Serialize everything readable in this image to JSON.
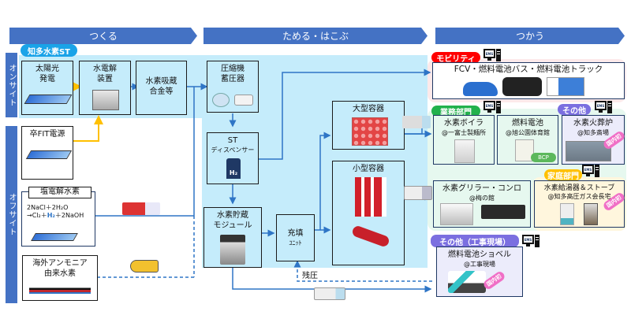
{
  "stages": {
    "make": "つくる",
    "store_transport": "ためる・はこぶ",
    "use": "つかう"
  },
  "side_labels": {
    "onsite": "オンサイト",
    "offsite": "オフサイト"
  },
  "onsite_station_label": "知多水素ST",
  "make": {
    "solar": {
      "line1": "太陽光",
      "line2": "発電"
    },
    "electrolyzer": {
      "line1": "水電解",
      "line2": "装置"
    },
    "alloy": {
      "line1": "水素吸蔵",
      "line2": "合金等"
    },
    "post_fit": "卒FIT電源",
    "chlor_alkali": {
      "title": "塩電解水素",
      "eq_line1": "2NaCl＋2H₂O",
      "eq_line2_a": "→Cl₂＋",
      "eq_line2_h2": "H₂",
      "eq_line2_b": "＋2NaOH"
    },
    "ammonia": {
      "line1": "海外アンモニア",
      "line2": "由来水素"
    }
  },
  "store": {
    "compressor": {
      "line1": "圧縮機",
      "line2": "蓄圧器"
    },
    "dispenser": {
      "line1": "ST",
      "line2": "ディスペンサー",
      "icon_text": "H₂"
    },
    "storage_module": {
      "line1": "水素貯蔵",
      "line2": "モジュール"
    },
    "filling_unit": {
      "line1": "充填",
      "line2": "ﾕﾆｯﾄ"
    },
    "large_container": "大型容器",
    "small_container": "小型容器",
    "residual_pressure": "残圧"
  },
  "use": {
    "mobility": {
      "tag": "モビリティ",
      "title": "FCV・燃料電池バス・燃料電池トラック"
    },
    "business": {
      "tag": "業務部門",
      "boiler": {
        "title": "水素ボイラ",
        "place": "@一富士製麺所"
      },
      "fuel_cell": {
        "title": "燃料電池",
        "place": "@旭公園体育館",
        "badge": "BCP"
      },
      "grill": {
        "title": "水素グリラー・コンロ",
        "place": "@梅の館"
      }
    },
    "other": {
      "tag": "その他",
      "crematorium": {
        "title": "水素火葬炉",
        "place": "@知多斎場",
        "badge": "国内初"
      }
    },
    "household": {
      "tag": "家庭部門",
      "title": "水素給湯器＆ストーブ",
      "place": "@知多高圧ガス会長宅",
      "badge": "国内初"
    },
    "construction": {
      "tag": "その他（工事現場）",
      "title": "燃料電池ショベル",
      "place": "@工事現場",
      "badge": "国内初"
    },
    "ems_label": "EMS"
  },
  "colors": {
    "stage_bar": "#4472c4",
    "onsite_zone": "#c5ecfb",
    "mobility_tag": "#ff0000",
    "business_tag": "#22b14c",
    "other_tag": "#7b6fe0",
    "household_tag": "#ffc000",
    "badge_pink": "#f06fc6",
    "arrow_blue": "#2e75c6",
    "arrow_yellow": "#ffc000"
  }
}
